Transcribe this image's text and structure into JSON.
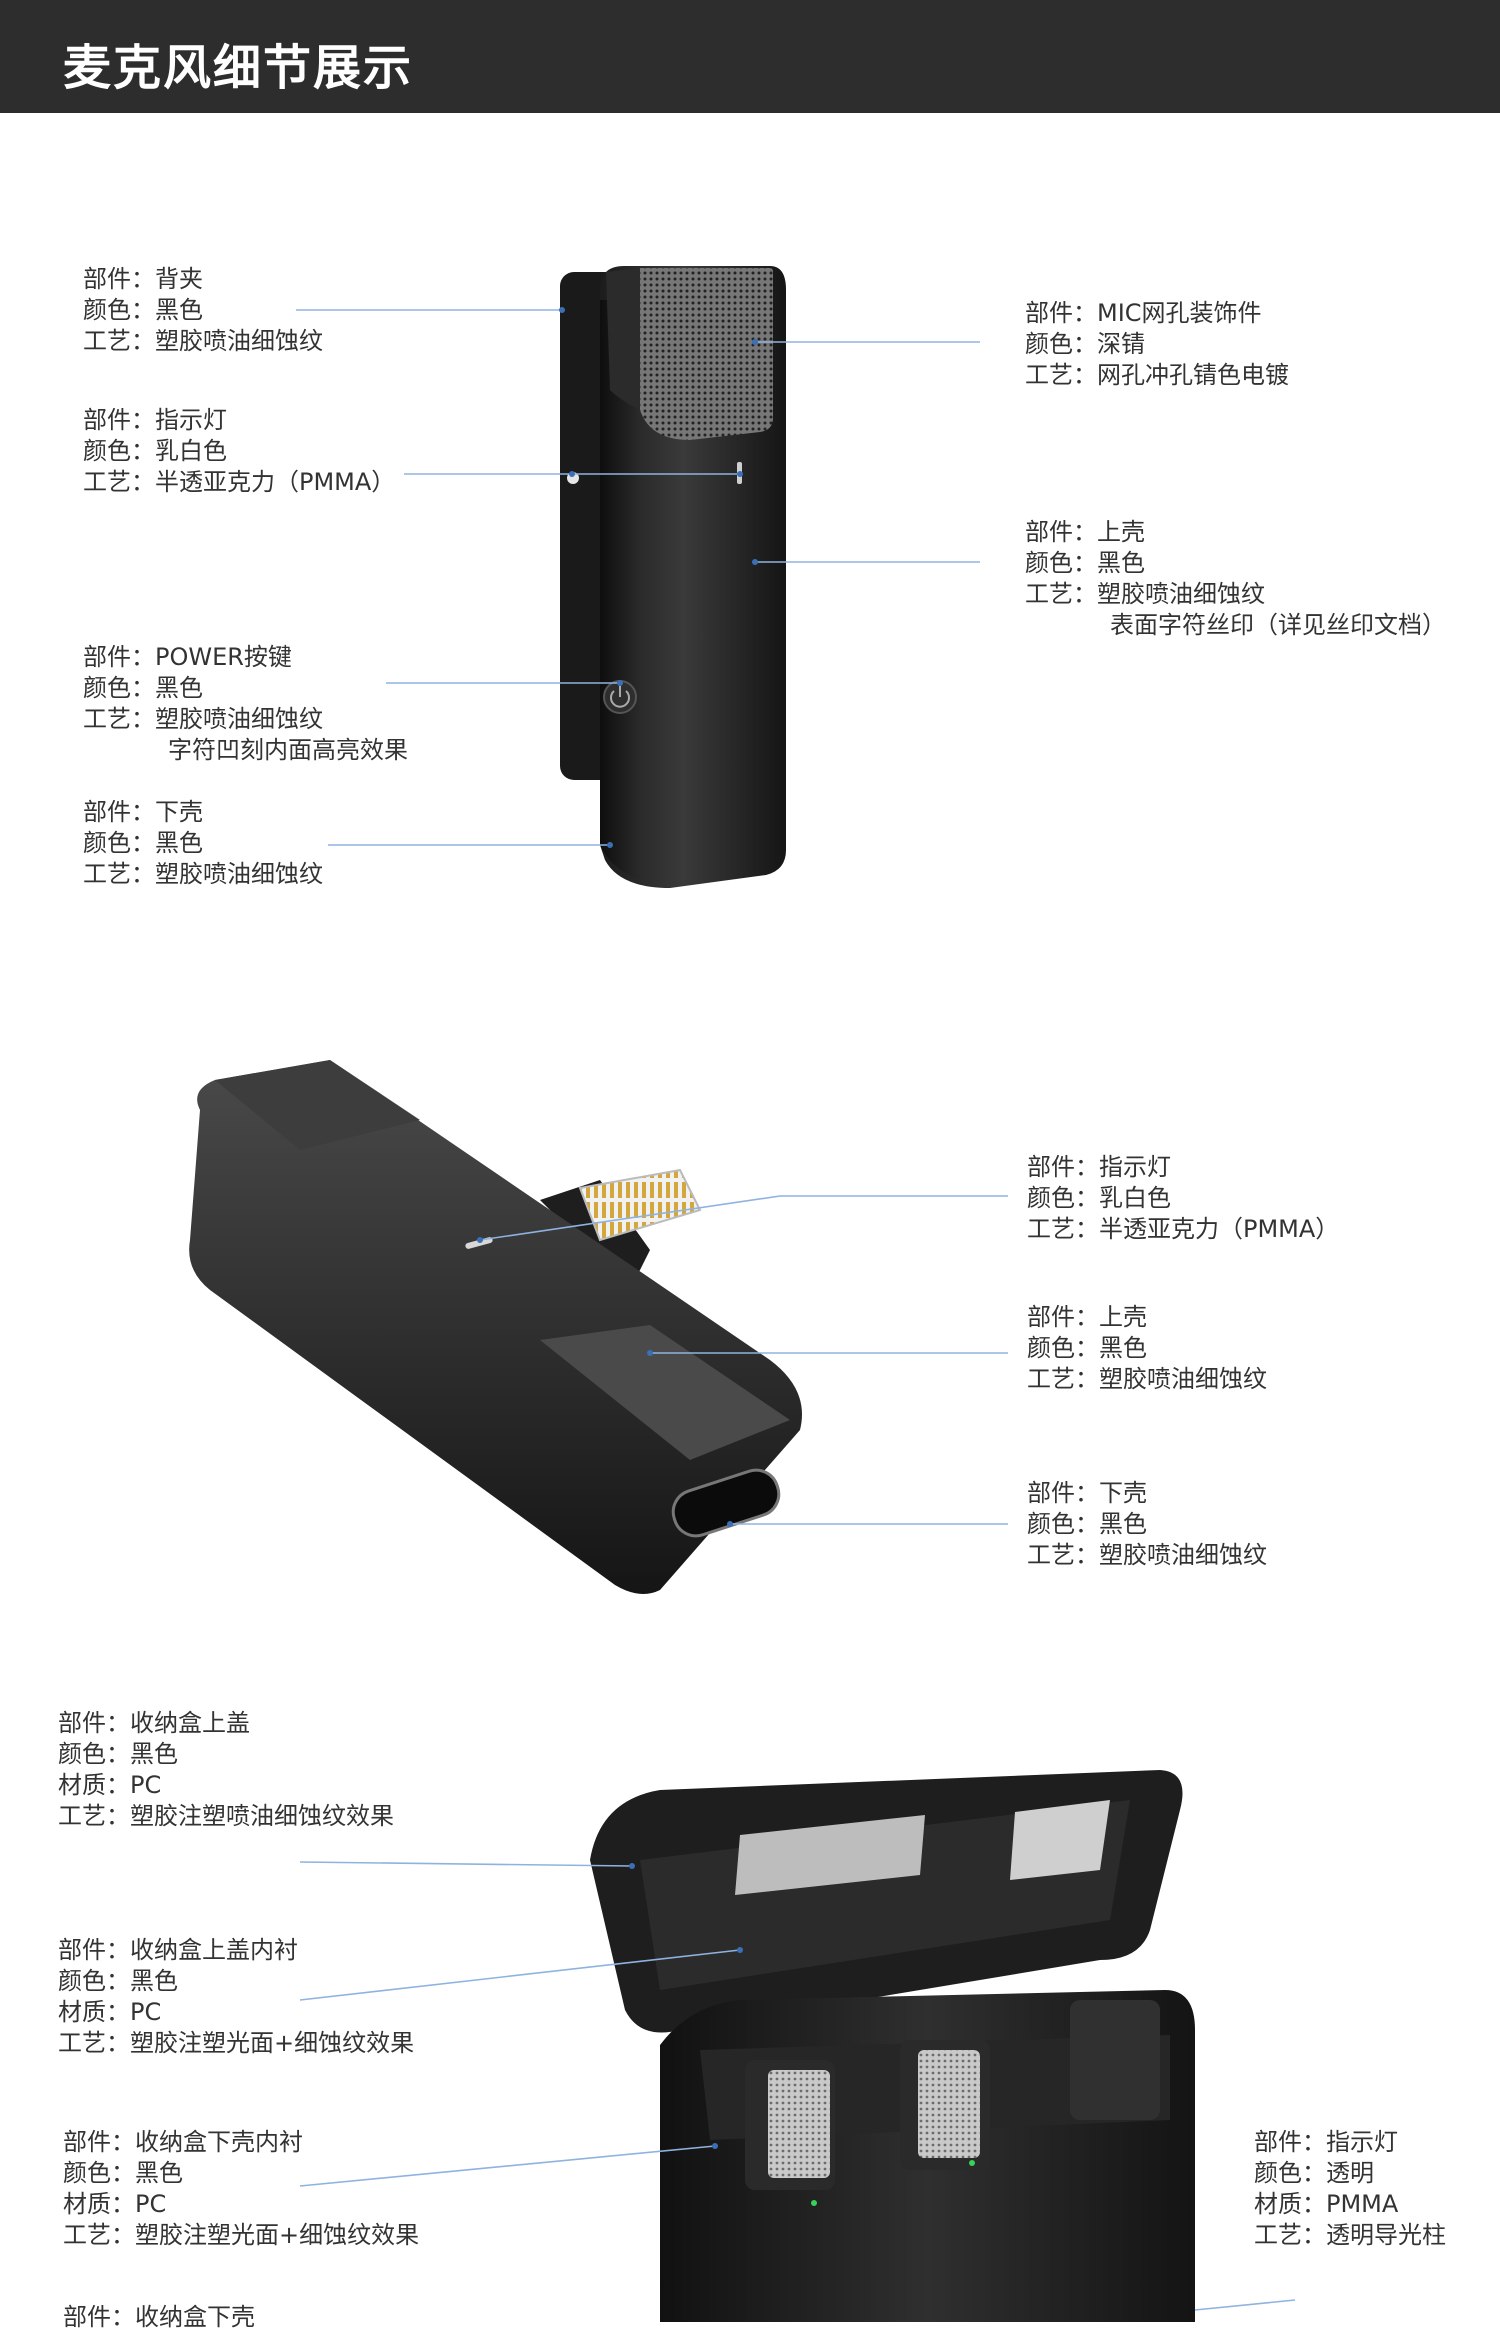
{
  "header": {
    "title": "麦克风细节展示"
  },
  "section1": {
    "callouts": [
      {
        "lines": [
          "部件：背夹",
          "颜色：黑色",
          "工艺：塑胶喷油细蚀纹"
        ]
      },
      {
        "lines": [
          "部件：指示灯",
          "颜色：乳白色",
          "工艺：半透亚克力（PMMA）"
        ]
      },
      {
        "lines": [
          "部件：POWER按键",
          "颜色：黑色",
          "工艺：塑胶喷油细蚀纹",
          "字符凹刻内面高亮效果"
        ]
      },
      {
        "lines": [
          "部件：下壳",
          "颜色：黑色",
          "工艺：塑胶喷油细蚀纹"
        ]
      },
      {
        "lines": [
          "部件：MIC网孔装饰件",
          "颜色：深锖",
          "工艺：网孔冲孔锖色电镀"
        ]
      },
      {
        "lines": [
          "部件：上壳",
          "颜色：黑色",
          "工艺：塑胶喷油细蚀纹",
          "表面字符丝印（详见丝印文档）"
        ]
      }
    ]
  },
  "section2": {
    "callouts": [
      {
        "lines": [
          "部件：指示灯",
          "颜色：乳白色",
          "工艺：半透亚克力（PMMA）"
        ]
      },
      {
        "lines": [
          "部件：上壳",
          "颜色：黑色",
          "工艺：塑胶喷油细蚀纹"
        ]
      },
      {
        "lines": [
          "部件：下壳",
          "颜色：黑色",
          "工艺：塑胶喷油细蚀纹"
        ]
      }
    ]
  },
  "section3": {
    "callouts": [
      {
        "lines": [
          "部件：收纳盒上盖",
          "颜色：黑色",
          "材质：PC",
          "工艺：塑胶注塑喷油细蚀纹效果"
        ]
      },
      {
        "lines": [
          "部件：收纳盒上盖内衬",
          "颜色：黑色",
          "材质：PC",
          "工艺：塑胶注塑光面+细蚀纹效果"
        ]
      },
      {
        "lines": [
          "部件：收纳盒下壳内衬",
          "颜色：黑色",
          "材质：PC",
          "工艺：塑胶注塑光面+细蚀纹效果"
        ]
      },
      {
        "lines": [
          "部件：指示灯",
          "颜色：透明",
          "材质：PMMA",
          "工艺：透明导光柱"
        ]
      },
      {
        "lines": [
          "部件：收纳盒下壳"
        ]
      }
    ]
  }
}
